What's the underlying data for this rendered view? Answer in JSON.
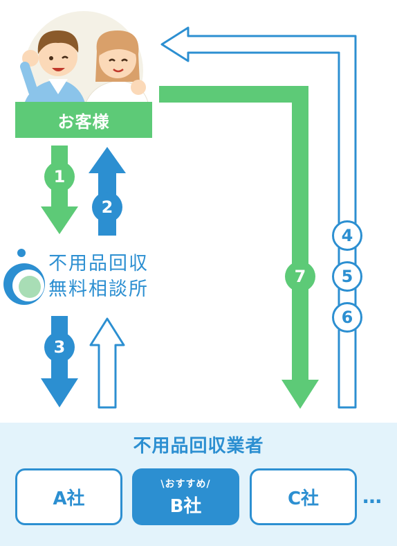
{
  "customer": {
    "label": "お客様"
  },
  "center": {
    "name_line1": "不用品回収",
    "name_line2": "無料相談所"
  },
  "steps": [
    "1",
    "2",
    "3",
    "4",
    "5",
    "6",
    "7"
  ],
  "vendors": {
    "title": "不用品回収業者",
    "items": [
      {
        "name": "A社",
        "tag": ""
      },
      {
        "name": "B社",
        "tag": "\\おすすめ/"
      },
      {
        "name": "C社",
        "tag": ""
      }
    ],
    "more": "…"
  },
  "colors": {
    "green": "#5dca77",
    "blue": "#2c8fd1",
    "panel_bg": "#e3f3fb",
    "center_light_green": "#a8ddb5"
  },
  "icons": [
    "customer-couple-illustration",
    "center-logo-icon"
  ]
}
